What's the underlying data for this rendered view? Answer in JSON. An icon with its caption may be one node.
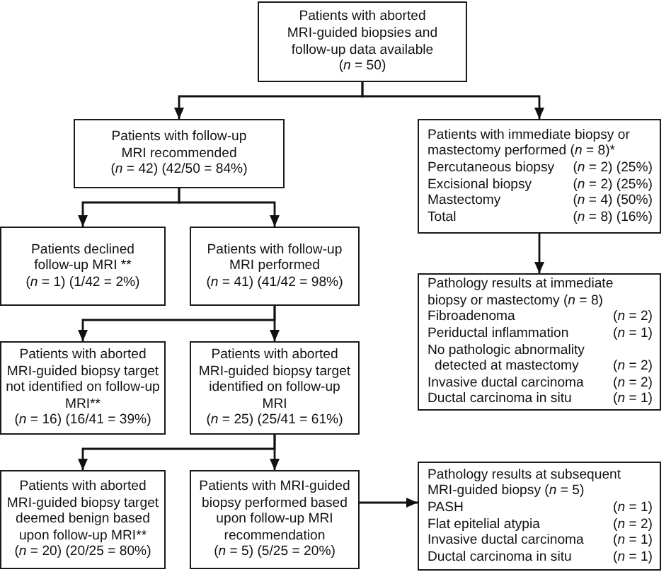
{
  "diagram": {
    "nodes": [
      {
        "text": [
          "Patients with aborted MRI-guided biopsies and follow-up data available",
          "(*n* = 50)"
        ]
      },
      {
        "text": [
          "Patients with follow-up MRI recommended",
          "(*n* = 42) (42/50 = 84%)"
        ]
      },
      {
        "text": [
          "Patients with immediate biopsy or mastectomy performed (*n* = 8)*",
          "Percutaneous biopsy",
          "(*n* = 2) (25%)",
          "Excisional biopsy",
          "(*n* = 2) (25%)",
          "Mastectomy",
          "(*n* = 4) (50%)",
          "Total",
          "(*n* = 8) (16%)"
        ]
      },
      {
        "text": [
          "Patients declined follow-up MRI **",
          "(*n* = 1) (1/42 = 2%)"
        ]
      },
      {
        "text": [
          "Patients with follow-up MRI performed",
          "(*n* = 41) (41/42 = 98%)"
        ]
      },
      {
        "text": [
          "Patients with aborted MRI-guided biopsy target not identified on follow-up MRI**",
          "(*n* = 16) (16/41 = 39%)"
        ]
      },
      {
        "text": [
          "Patients with aborted MRI-guided biopsy target identified on follow-up MRI",
          "(*n* = 25) (25/41 = 61%)"
        ]
      },
      {
        "text": [
          "Patients with aborted MRI-guided biopsy target deemed benign based upon follow-up MRI**",
          "(*n* = 20) (20/25 = 80%)"
        ]
      },
      {
        "text": [
          "Patients with MRI-guided biopsy performed based upon follow-up MRI recommendation",
          "(*n* = 5) (5/25 = 20%)"
        ]
      },
      {
        "text": [
          "Pathology results at immediate biopsy or mastectomy (*n* = 8)",
          "Fibroadenoma",
          "(*n* = 2)",
          "Periductal inflammation",
          "(*n* = 1)",
          "No pathologic abnormality detected at mastectomy",
          "(*n* = 2)",
          "Invasive ductal carcinoma",
          "(*n* = 2)",
          "Ductal carcinoma in situ",
          "(*n* = 1)"
        ]
      },
      {
        "text": [
          "Pathology results at subsequent MRI-guided biopsy (*n* = 5)",
          "PASH",
          "(*n* = 1)",
          "Flat epitelial atypia",
          "(*n* = 2)",
          "Invasive ductal carcinoma",
          "(*n* = 1)",
          "Ductal carcinoma in situ",
          "(*n* = 1)"
        ]
      }
    ],
    "edges": [
      {
        "from": 0,
        "to": 1,
        "arrow": "to"
      },
      {
        "from": 0,
        "to": 2,
        "arrow": "to"
      },
      {
        "from": 1,
        "to": 3,
        "arrow": "to"
      },
      {
        "from": 1,
        "to": 4,
        "arrow": "to"
      },
      {
        "from": 2,
        "to": 9,
        "arrow": "to"
      },
      {
        "from": 4,
        "to": 5,
        "arrow": "to"
      },
      {
        "from": 4,
        "to": 6,
        "arrow": "to"
      },
      {
        "from": 6,
        "to": 7,
        "arrow": "to"
      },
      {
        "from": 6,
        "to": 8,
        "arrow": "to"
      },
      {
        "from": 8,
        "to": 10,
        "arrow": "to"
      }
    ]
  }
}
